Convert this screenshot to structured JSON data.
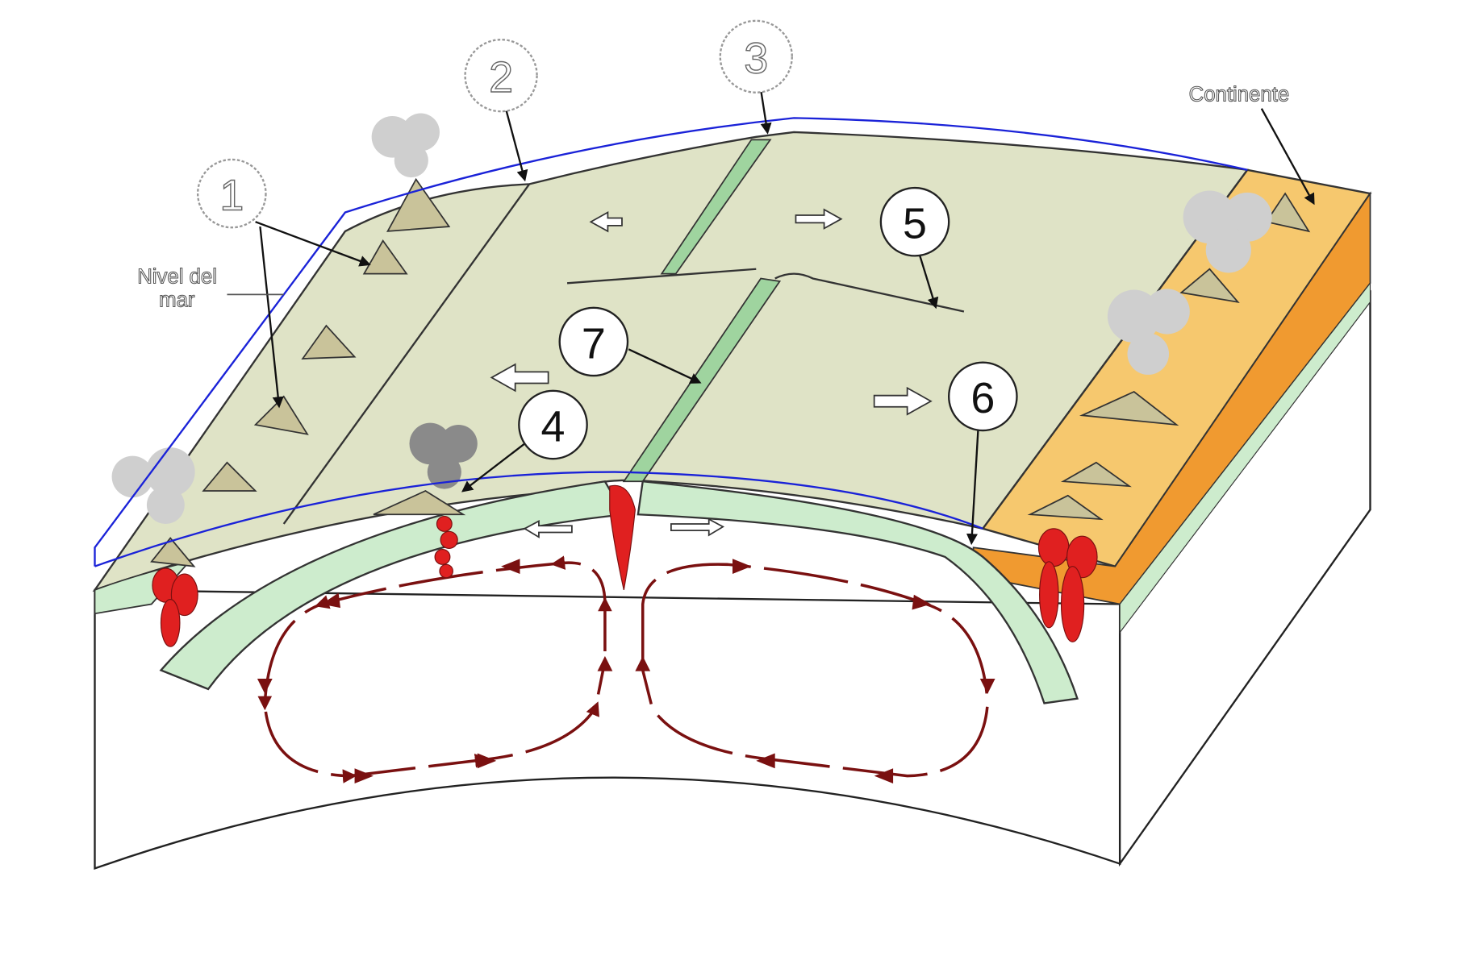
{
  "labels": {
    "sea_level_line1": "Nivel del",
    "sea_level_line2": "mar",
    "continent": "Continente"
  },
  "markers": [
    "1",
    "2",
    "3",
    "4",
    "5",
    "6",
    "7"
  ],
  "colors": {
    "ocean_floor": "#dfe3c6",
    "lithosphere": "#cdeccd",
    "lithosphere_edge": "#8cc48c",
    "continent_top": "#f6c86e",
    "continent_side": "#f09a30",
    "magma": "#e02020",
    "convection": "#7a1010",
    "sea_level": "#1a22d8",
    "smoke": "#c8c8c8"
  }
}
